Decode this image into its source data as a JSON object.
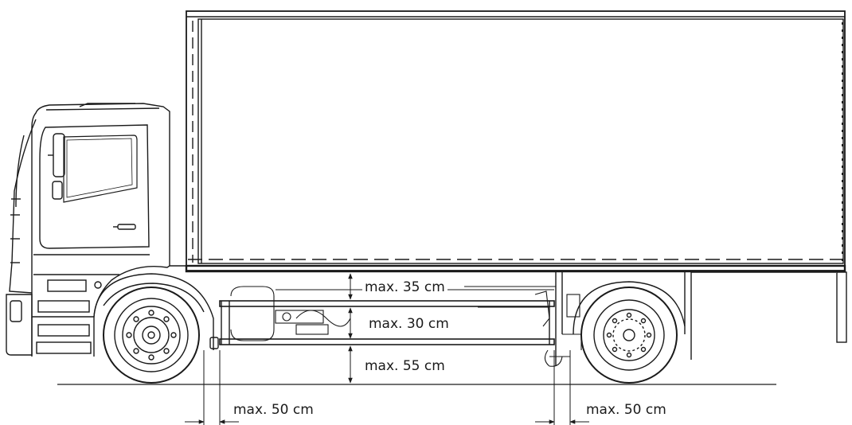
{
  "diagram": {
    "subject": "truck-side-elevation",
    "line_color": "#1a1a1a",
    "background": "#ffffff",
    "dimensions": {
      "body_to_top_rail": "max. 35 cm",
      "between_rails": "max. 30 cm",
      "bottom_rail_to_ground": "max. 55 cm",
      "front_overhang": "max. 50 cm",
      "rear_overhang": "max. 50 cm"
    }
  }
}
